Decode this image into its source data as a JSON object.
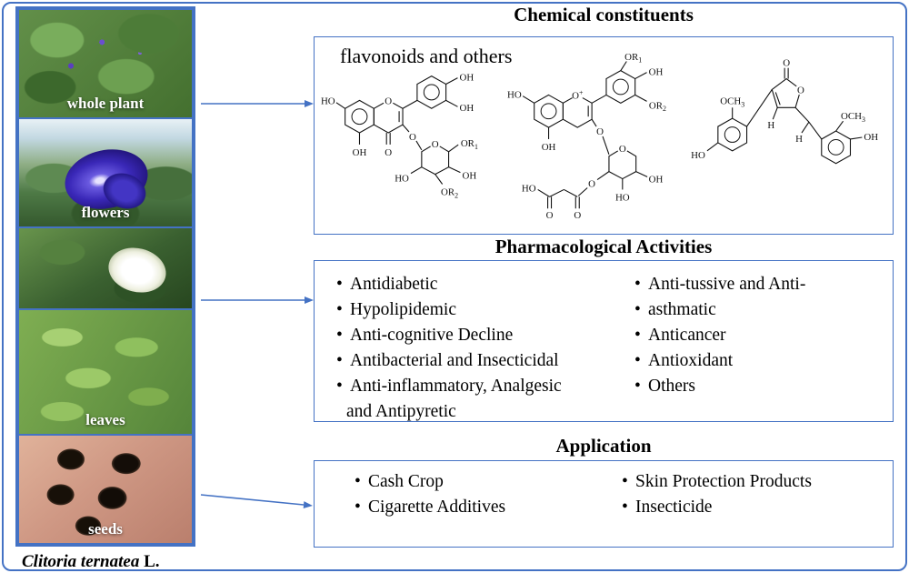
{
  "colors": {
    "accent": "#4472c4"
  },
  "caption": {
    "species": "Clitoria ternatea",
    "authority": "L."
  },
  "photos": [
    {
      "label": "whole plant"
    },
    {
      "label": "flowers"
    },
    {
      "label": ""
    },
    {
      "label": "leaves"
    },
    {
      "label": "seeds"
    }
  ],
  "chemical": {
    "title": "Chemical constituents",
    "subtitle": "flavonoids and others"
  },
  "chem_labels": {
    "oh": "OH",
    "ho": "HO",
    "o": "O",
    "h": "H",
    "or": "OR",
    "och": "OCH",
    "sub1": "1",
    "sub2": "2",
    "sub3": "3",
    "plus": "+"
  },
  "pharmacology": {
    "title": "Pharmacological Activities",
    "left": [
      "Antidiabetic",
      "Hypolipidemic",
      "Anti-cognitive Decline",
      "Antibacterial and Insecticidal",
      "Anti-inflammatory, Analgesic",
      "and Antipyretic"
    ],
    "right": [
      "Anti-tussive and Anti-",
      "asthmatic",
      "Anticancer",
      "Antioxidant",
      "Others"
    ]
  },
  "application": {
    "title": "Application",
    "left": [
      "Cash Crop",
      "Cigarette Additives"
    ],
    "right": [
      "Skin Protection Products",
      "Insecticide"
    ]
  }
}
